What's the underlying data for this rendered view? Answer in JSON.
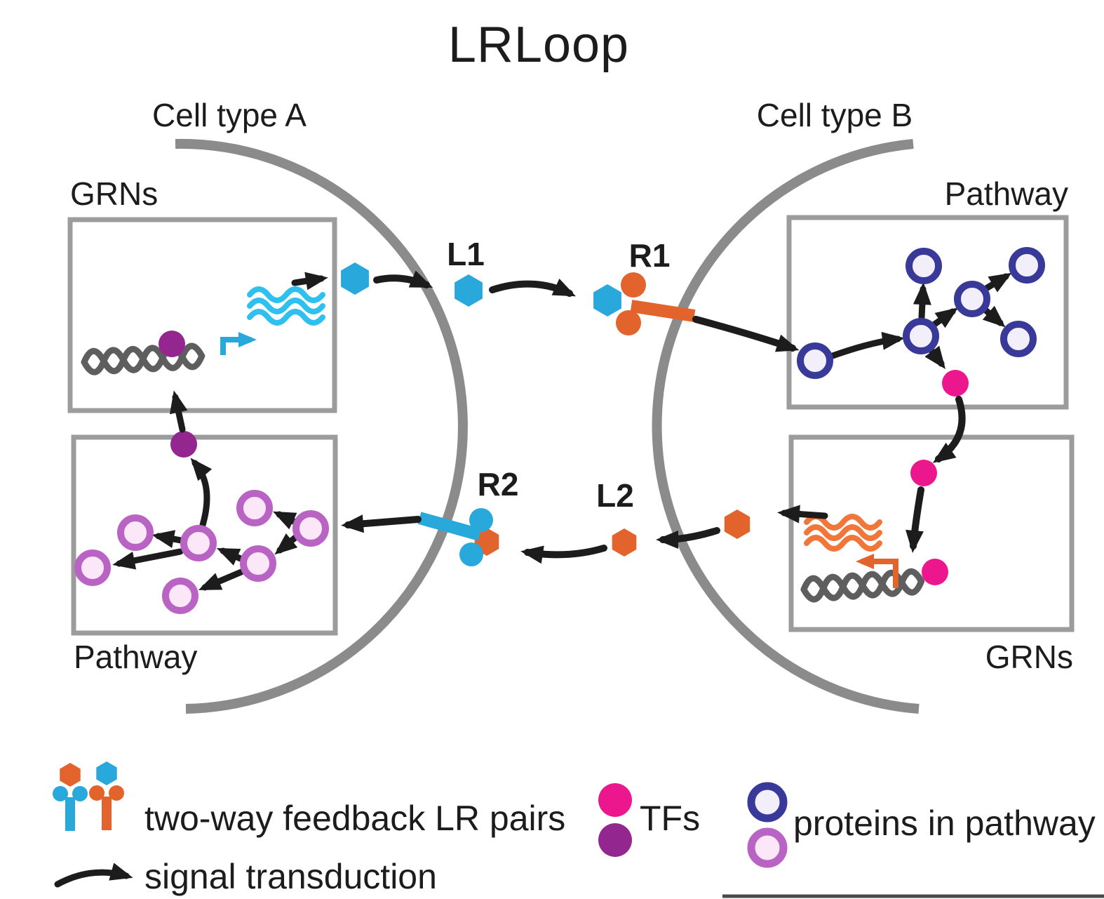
{
  "title": "LRLoop",
  "cells": {
    "a": {
      "label": "Cell type A"
    },
    "b": {
      "label": "Cell type B"
    }
  },
  "boxes": {
    "grns_a": {
      "label": "GRNs"
    },
    "pathway_a": {
      "label": "Pathway"
    },
    "pathway_b": {
      "label": "Pathway"
    },
    "grns_b": {
      "label": "GRNs"
    }
  },
  "molecules": {
    "l1": "L1",
    "r1": "R1",
    "r2": "R2",
    "l2": "L2"
  },
  "legend": {
    "lr_pairs": {
      "icon": "two-way-lr-pair-icons",
      "label": "two-way feedback LR pairs"
    },
    "tfs": {
      "icon": "tf-dots-icon",
      "label": "TFs"
    },
    "proteins": {
      "icon": "pathway-protein-rings-icon",
      "label": "proteins in pathway"
    },
    "signal": {
      "icon": "signal-arrow-icon",
      "label": "signal transduction"
    }
  },
  "colors": {
    "black": "#1c1c1c",
    "membrane": "#8b8b8b",
    "box": "#9c9c9c",
    "cyan": "#29a8dc",
    "cyan_bright": "#2ec0ef",
    "orange": "#e2632c",
    "orange_bright": "#f0763a",
    "magenta": "#ec168d",
    "purple": "#94278f",
    "navy": "#39399a",
    "orchid": "#b964c4",
    "node_fill": "#f2eefa",
    "orchid_fill": "#fbe7f8",
    "dna": "#5e5e5e"
  }
}
